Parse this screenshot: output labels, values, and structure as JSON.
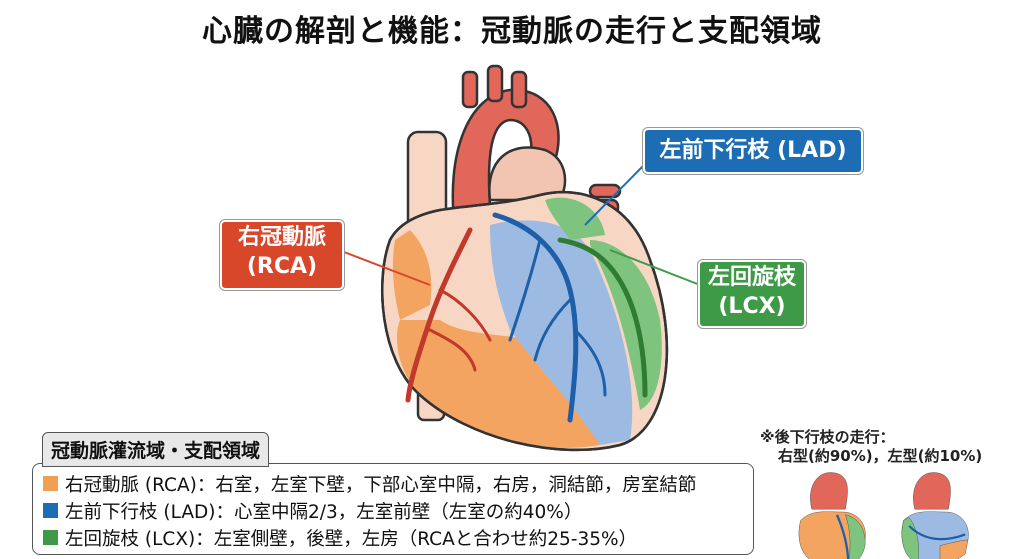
{
  "title": "心臓の解剖と機能：冠動脈の走行と支配領域",
  "labels": {
    "lad": "左前下行枝 (LAD)",
    "rca_line1": "右冠動脈",
    "rca_line2": "(RCA)",
    "lcx_line1": "左回旋枝",
    "lcx_line2": "(LCX)"
  },
  "legend": {
    "header": "冠動脈灌流域・支配領域",
    "items": [
      {
        "text": "右冠動脈 (RCA)：右室，左室下壁，下部心室中隔，右房，洞結節，房室結節",
        "color": "#f0a050"
      },
      {
        "text": "左前下行枝 (LAD)：心室中隔2/3，左室前壁（左室の約40%）",
        "color": "#1d6db5"
      },
      {
        "text": "左回旋枝 (LCX)：左室側壁，後壁，左房（RCAと合わせ約25-35%）",
        "color": "#3e9a46"
      }
    ]
  },
  "note": {
    "line1": "※後下行枝の走行：",
    "line2": "右型(約90%)，左型(約10%)"
  },
  "colors": {
    "rca": "#d9472a",
    "lad": "#1d6db5",
    "lcx": "#3e9a46",
    "heart_base": "#f7d7c4",
    "aorta": "#e0675a"
  }
}
